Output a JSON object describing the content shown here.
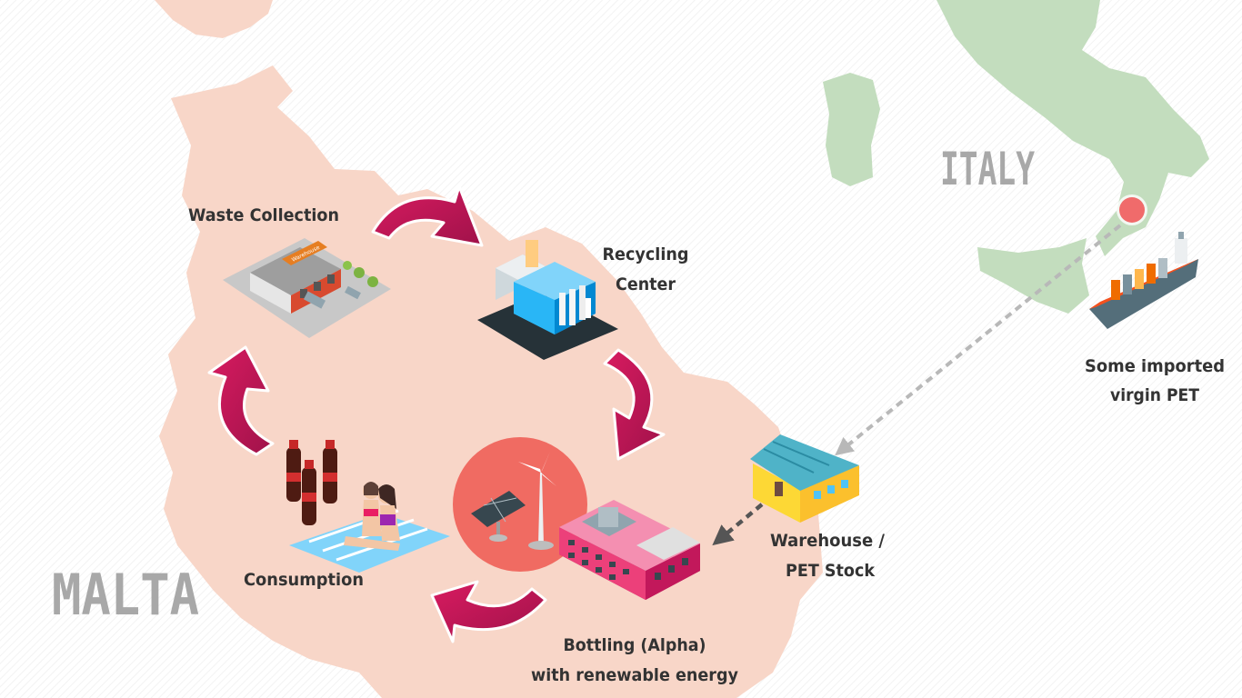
{
  "countries": {
    "italy": "ITALY",
    "malta": "MALTA"
  },
  "steps": {
    "waste_collection": "Waste Collection",
    "recycling": [
      "Recycling",
      "Center"
    ],
    "bottling": [
      "Bottling (Alpha)",
      "with renewable energy"
    ],
    "consumption": "Consumption",
    "warehouse": [
      "Warehouse /",
      "PET Stock"
    ],
    "import": [
      "Some imported",
      "virgin PET"
    ]
  },
  "building_sign": "Warehouse",
  "colors": {
    "malta_land": "#f8d6c8",
    "italy_land": "#c3ddbe",
    "cycle_arrow": "#c2185b",
    "energy_circle": "#f06b62",
    "origin_marker": "#f06b6b",
    "dashed_route": "#b8b8b8",
    "label_text": "#333333",
    "country_text": "#a8a8a8"
  }
}
